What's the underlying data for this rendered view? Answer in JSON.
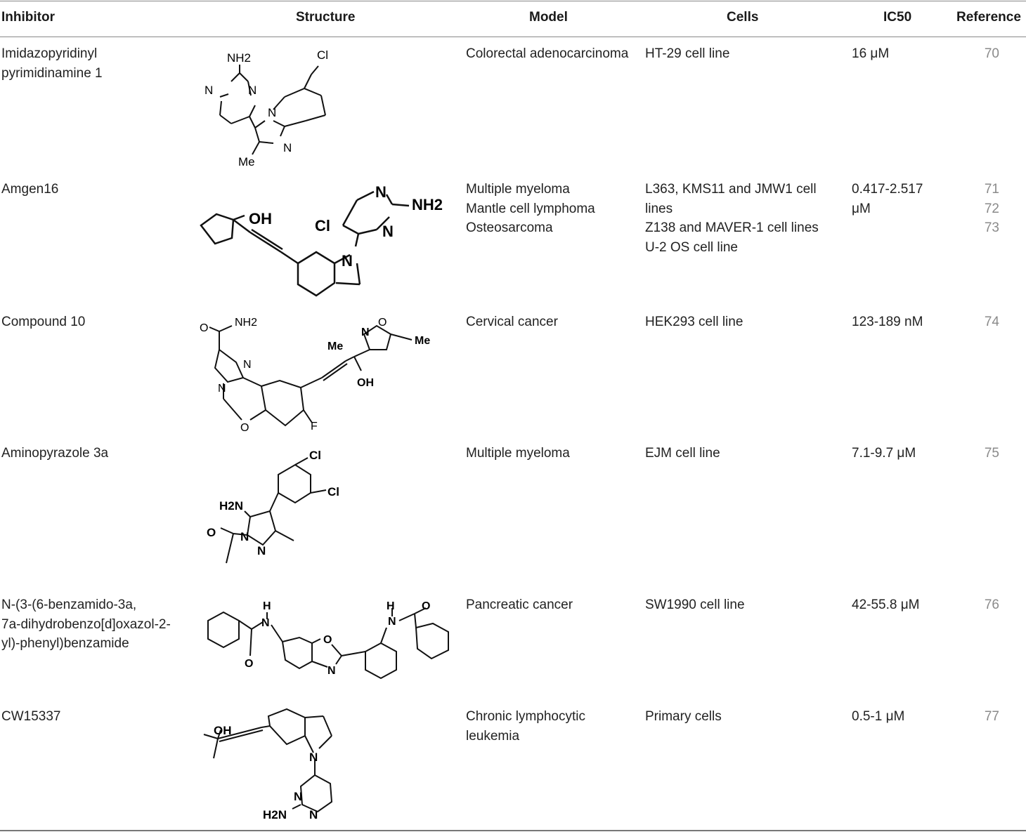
{
  "table": {
    "headers": {
      "inhibitor": "Inhibitor",
      "structure": "Structure",
      "model": "Model",
      "cells": "Cells",
      "ic50": "IC50",
      "reference": "Reference"
    },
    "rows": [
      {
        "inhibitor": [
          "Imidazopyridinyl",
          "pyrimidinamine 1"
        ],
        "structure": {
          "labels": [
            "NH2",
            "N",
            "N",
            "N",
            "N",
            "Cl",
            "Me"
          ]
        },
        "model": [
          "Colorectal adenocarcinoma"
        ],
        "cells": [
          "HT-29 cell line"
        ],
        "ic50": [
          "16 μM"
        ],
        "reference": [
          "70"
        ]
      },
      {
        "inhibitor": [
          "Amgen16"
        ],
        "structure": {
          "labels": [
            "OH",
            "N",
            "N",
            "NH2",
            "Cl",
            "N"
          ]
        },
        "model": [
          "Multiple myeloma",
          "Mantle cell lymphoma",
          "Osteosarcoma"
        ],
        "cells": [
          "L363, KMS11 and JMW1 cell",
          "lines",
          "Z138 and MAVER-1 cell lines",
          "U-2 OS cell line"
        ],
        "ic50": [
          "0.417-2.517",
          "μM"
        ],
        "reference": [
          "71",
          "72",
          "73"
        ]
      },
      {
        "inhibitor": [
          "Compound 10"
        ],
        "structure": {
          "labels": [
            "O",
            "NH2",
            "N",
            "N",
            "O",
            "Me",
            "N",
            "O",
            "Me",
            "OH",
            "F"
          ]
        },
        "model": [
          "Cervical cancer"
        ],
        "cells": [
          "HEK293 cell line"
        ],
        "ic50": [
          "123-189 nM"
        ],
        "reference": [
          "74"
        ]
      },
      {
        "inhibitor": [
          "Aminopyrazole 3a"
        ],
        "structure": {
          "labels": [
            "Cl",
            "Cl",
            "H2N",
            "O",
            "N",
            "N"
          ]
        },
        "model": [
          "Multiple myeloma"
        ],
        "cells": [
          "EJM cell line"
        ],
        "ic50": [
          "7.1-9.7 μM"
        ],
        "reference": [
          "75"
        ]
      },
      {
        "inhibitor": [
          "N-(3-(6-benzamido-3a,",
          "7a-dihydrobenzo[d]oxazol-2-",
          "yl)-phenyl)benzamide"
        ],
        "structure": {
          "labels": [
            "H",
            "N",
            "O",
            "O",
            "N",
            "H",
            "N",
            "O"
          ]
        },
        "model": [
          "Pancreatic cancer"
        ],
        "cells": [
          "SW1990 cell line"
        ],
        "ic50": [
          "42-55.8 μM"
        ],
        "reference": [
          "76"
        ]
      },
      {
        "inhibitor": [
          "CW15337"
        ],
        "structure": {
          "labels": [
            "OH",
            "N",
            "N",
            "N",
            "H2N"
          ]
        },
        "model": [
          "Chronic lymphocytic",
          "leukemia"
        ],
        "cells": [
          "Primary cells"
        ],
        "ic50": [
          "0.5-1 μM"
        ],
        "reference": [
          "77"
        ]
      }
    ]
  },
  "colors": {
    "text": "#222222",
    "reference_text": "#8a8a8a",
    "rules": "#888888"
  }
}
